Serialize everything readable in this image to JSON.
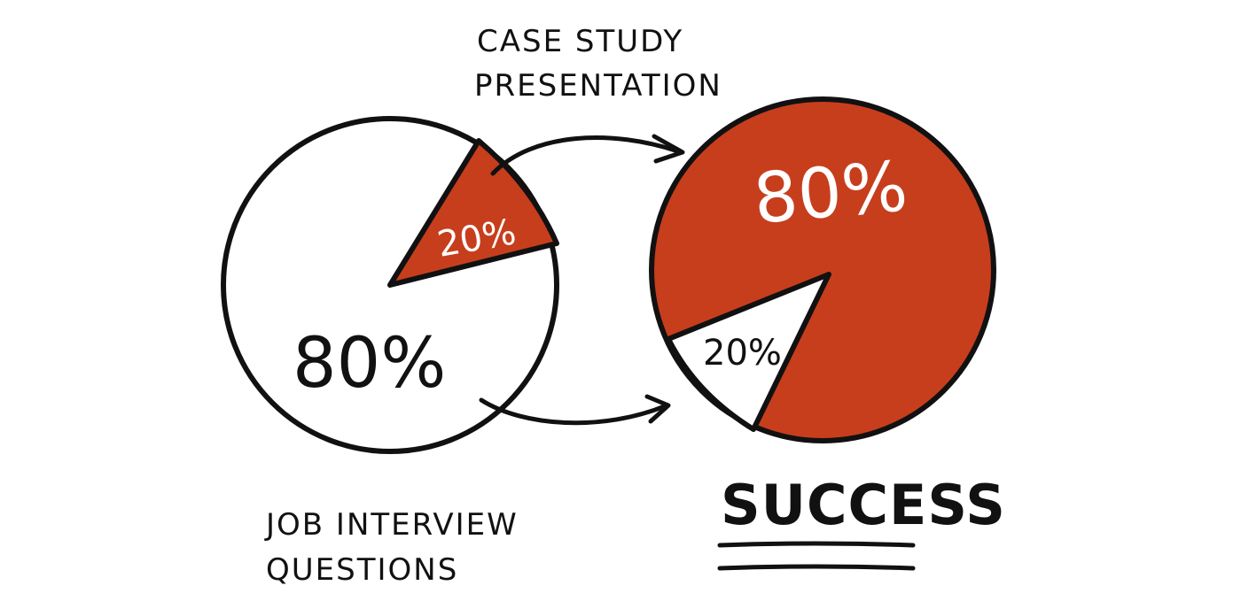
{
  "diagram": {
    "labels": {
      "top": [
        "CASE STUDY",
        "PRESENTATION"
      ],
      "bottom_left": [
        "JOB INTERVIEW",
        "QUESTIONS"
      ],
      "success": "SUCCESS"
    },
    "left_pie": {
      "highlight_label": "20%",
      "rest_label": "80%",
      "highlight_fraction": 0.2
    },
    "right_pie": {
      "highlight_label": "80%",
      "rest_label": "20%",
      "highlight_fraction": 0.8
    },
    "colors": {
      "accent": "#C73E1D",
      "ink": "#111111",
      "paper": "#FFFFFF"
    }
  }
}
